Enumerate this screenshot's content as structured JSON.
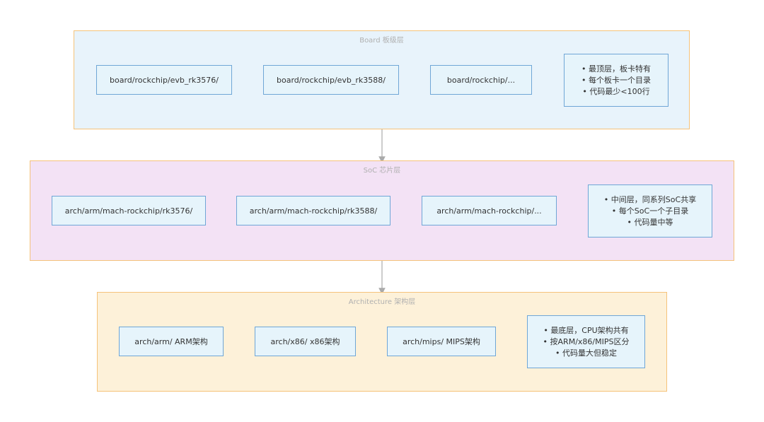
{
  "board_layer": {
    "title": "Board 板级层",
    "nodes": [
      "board/rockchip/evb_rk3576/",
      "board/rockchip/evb_rk3588/",
      "board/rockchip/..."
    ],
    "note": [
      "最顶层，板卡特有",
      "每个板卡一个目录",
      "代码最少<100行"
    ]
  },
  "soc_layer": {
    "title": "SoC 芯片层",
    "nodes": [
      "arch/arm/mach-rockchip/rk3576/",
      "arch/arm/mach-rockchip/rk3588/",
      "arch/arm/mach-rockchip/..."
    ],
    "note": [
      "中间层，同系列SoC共享",
      "每个SoC一个子目录",
      "代码量中等"
    ]
  },
  "arch_layer": {
    "title": "Architecture 架构层",
    "nodes": [
      "arch/arm/ ARM架构",
      "arch/x86/ x86架构",
      "arch/mips/ MIPS架构"
    ],
    "note": [
      "最底层，CPU架构共有",
      "按ARM/x86/MIPS区分",
      "代码量大但稳定"
    ]
  },
  "colors": {
    "board_bg": "#e8f3fb",
    "soc_bg": "#f3e2f5",
    "arch_bg": "#fdf1d9",
    "layer_border": "#f5c27a",
    "node_bg": "#e6f4fb",
    "node_border": "#6fa6d6",
    "arrow": "#aaaaaa"
  }
}
